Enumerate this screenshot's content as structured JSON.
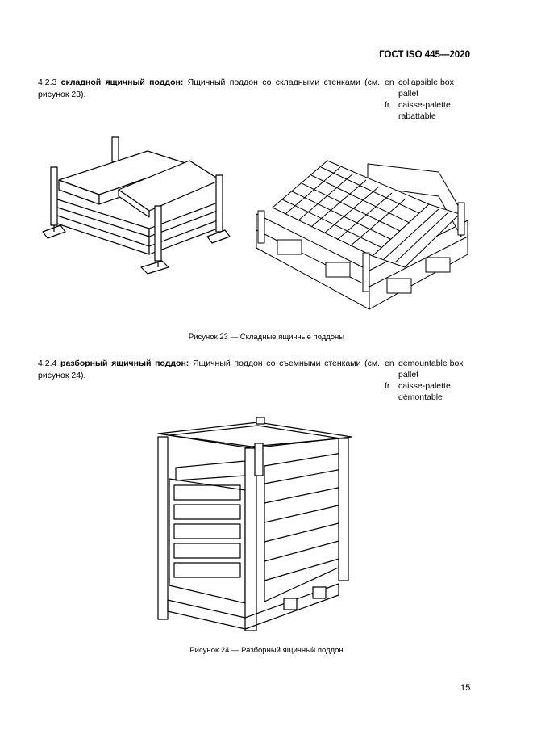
{
  "header": {
    "standard": "ГОСТ ISO 445—2020"
  },
  "terms": [
    {
      "number": "4.2.3",
      "term": "складной ящичный поддон:",
      "definition": "Ящичный поддон со складными стенками (см. рисунок 23).",
      "en_code": "en",
      "en_line1": "collapsible box",
      "en_line2": "pallet",
      "fr_code": "fr",
      "fr_line1": "caisse-palette",
      "fr_line2": "rabattable"
    },
    {
      "number": "4.2.4",
      "term": "разборный ящичный поддон:",
      "definition": "Ящичный поддон со съемными стенками (см. рисунок 24).",
      "en_code": "en",
      "en_line1": "demountable box",
      "en_line2": "pallet",
      "fr_code": "fr",
      "fr_line1": "caisse-palette",
      "fr_line2": "démontable"
    }
  ],
  "figures": [
    {
      "caption": "Рисунок 23 — Складные ящичные поддоны"
    },
    {
      "caption": "Рисунок 24 — Разборный ящичный поддон"
    }
  ],
  "page_number": "15"
}
